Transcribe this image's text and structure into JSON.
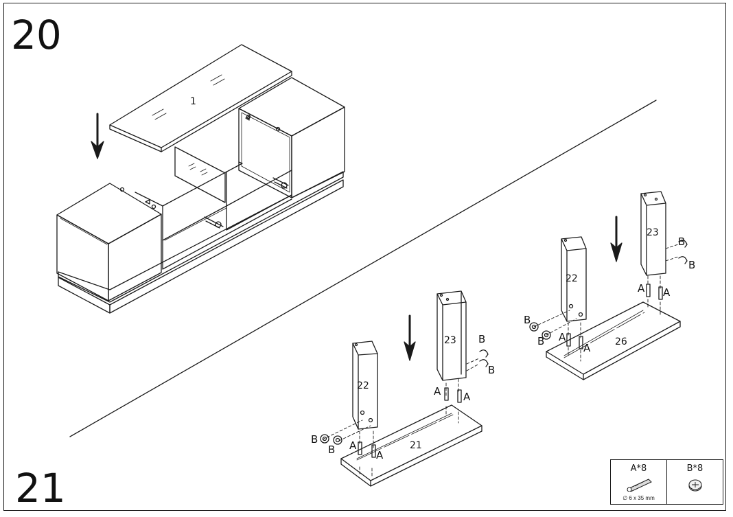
{
  "steps": {
    "upper": "20",
    "lower": "21"
  },
  "parts": {
    "glass_top": "1",
    "panel_22": "22",
    "panel_23": "23",
    "base_21": "21",
    "base_26": "26"
  },
  "fittings": {
    "dowel": "A",
    "cam": "B"
  },
  "legend": {
    "dowel_qty": "A*8",
    "dowel_size": "∅ 6 x 35 mm",
    "cam_qty": "B*8",
    "dowel_icon": "wood-dowel-icon",
    "cam_icon": "cam-lock-icon"
  }
}
